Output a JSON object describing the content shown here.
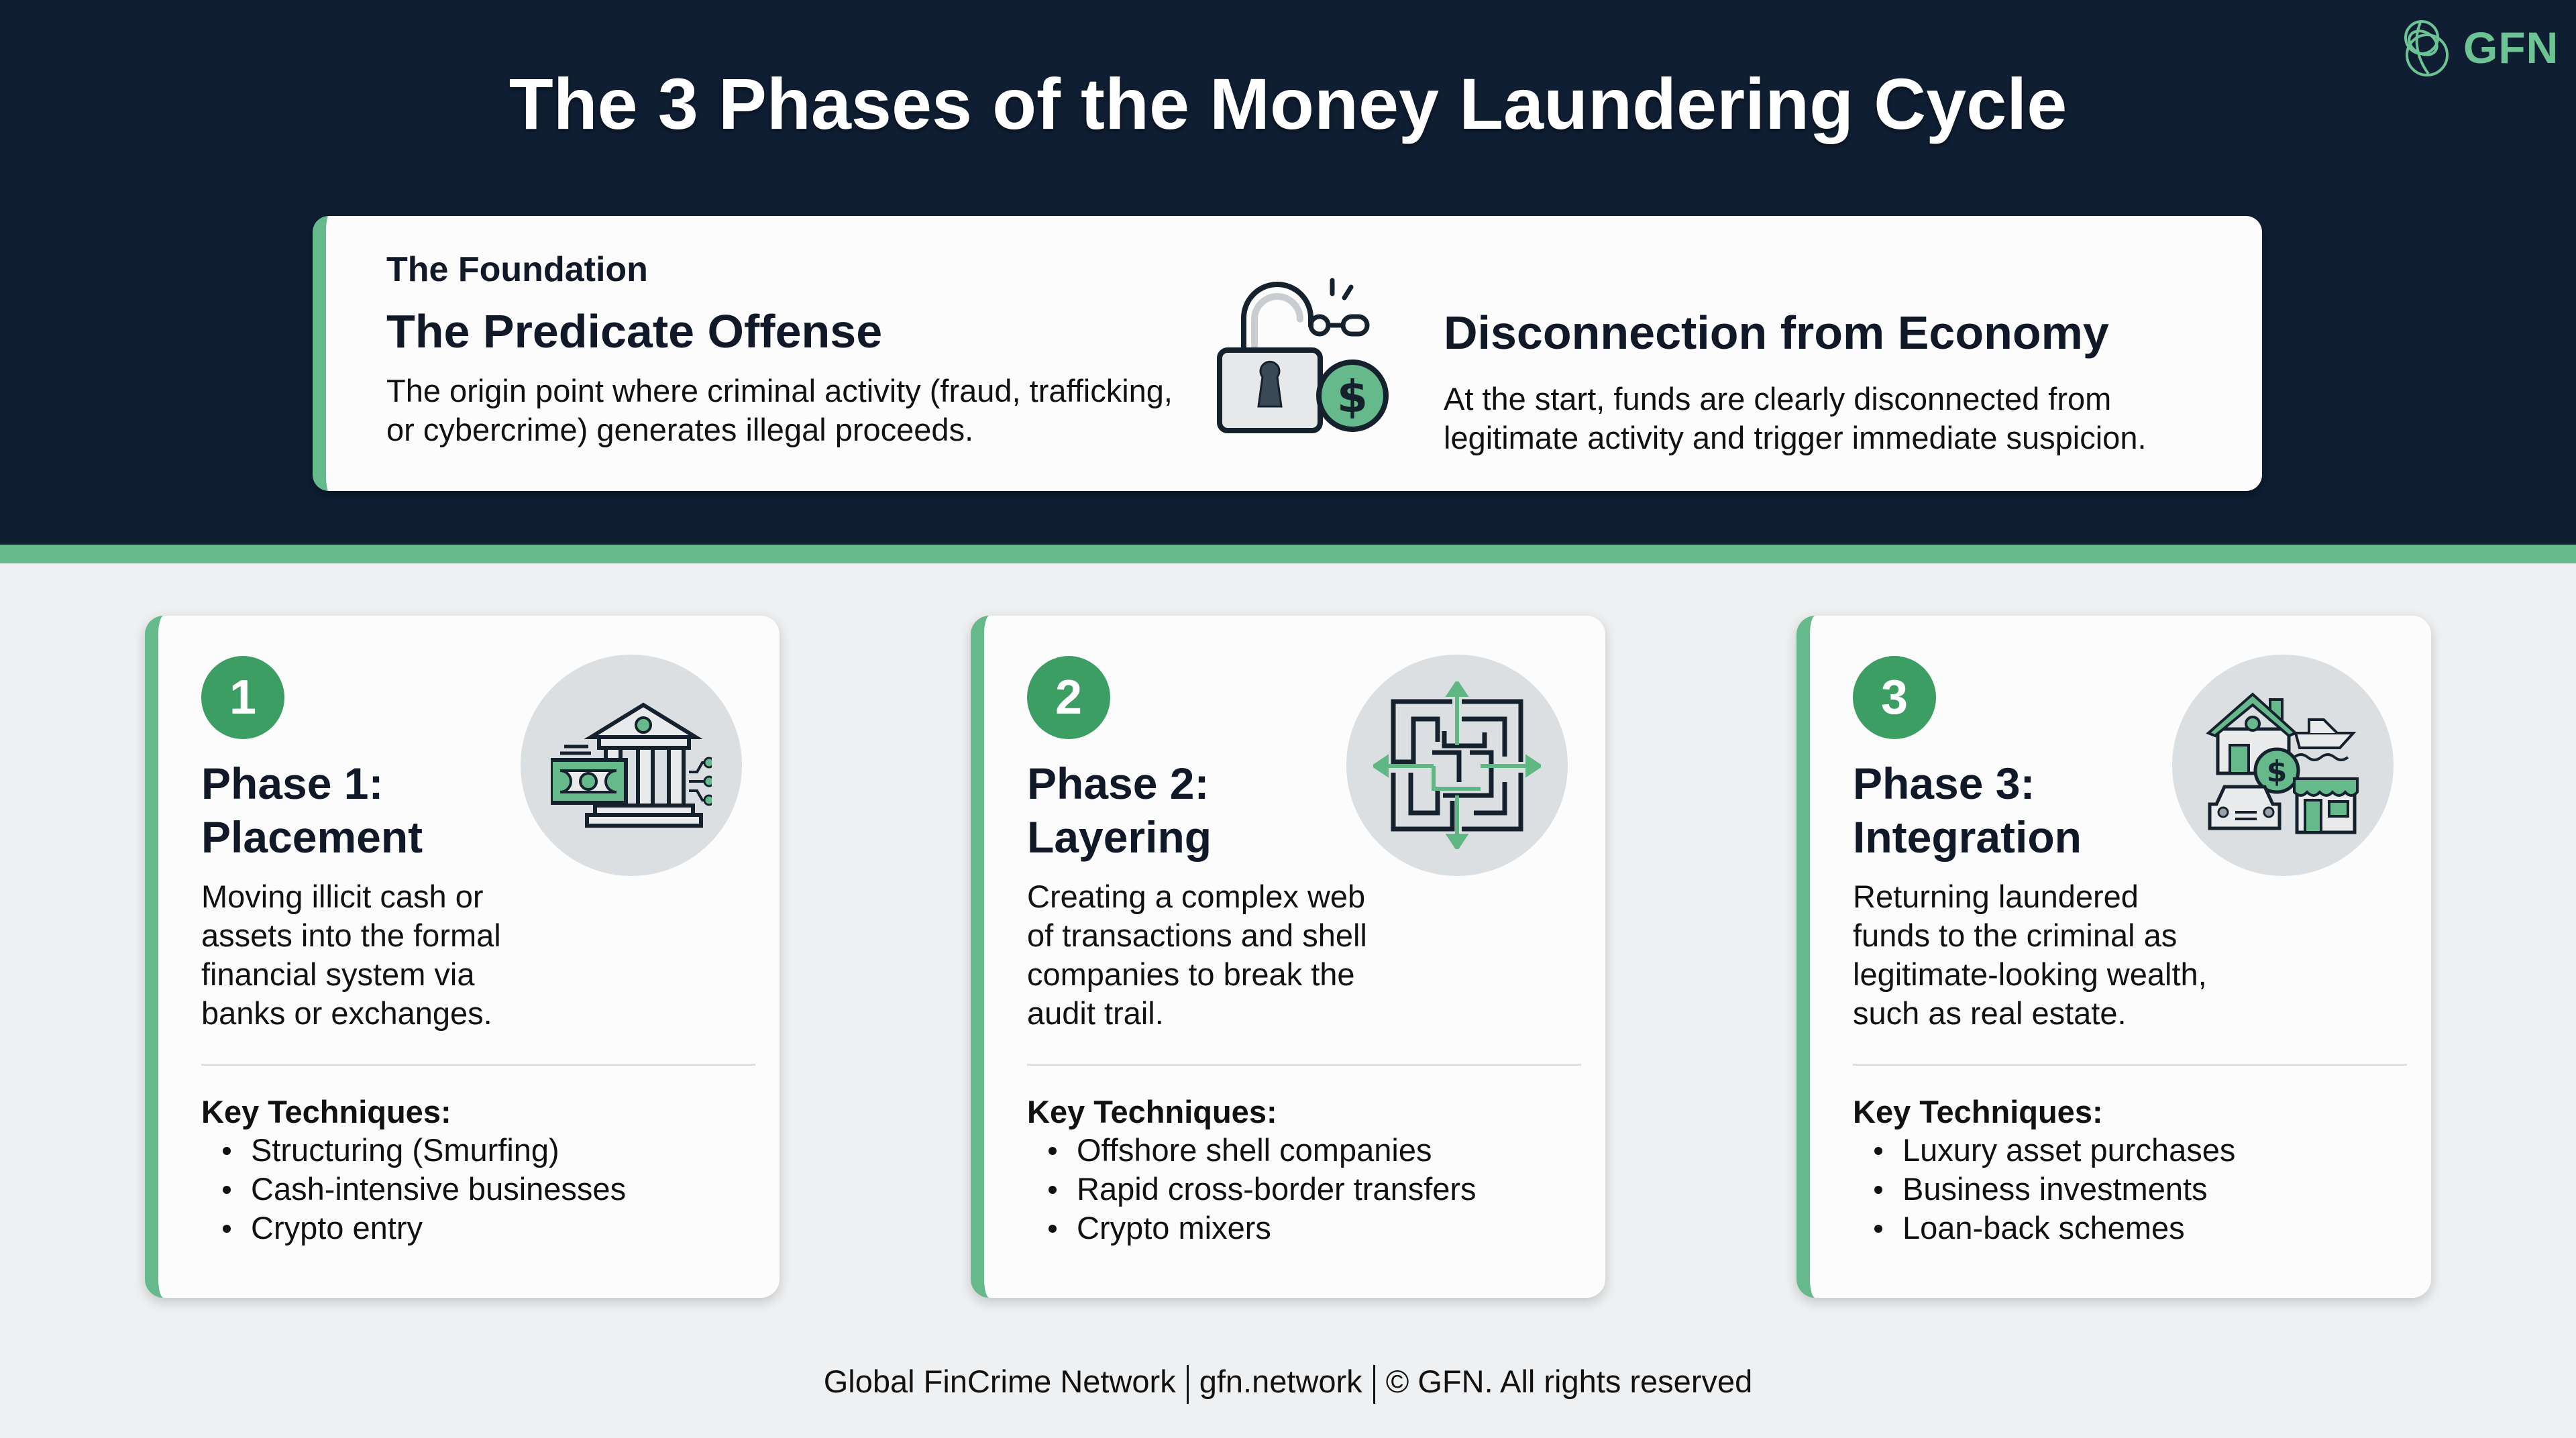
{
  "header": {
    "title": "The 3 Phases of the Money Laundering Cycle",
    "logo_text": "GFN",
    "logo_icon": "interlocking-circles-globe-icon"
  },
  "colors": {
    "navy": "#0f1e33",
    "accent_green": "#66b98a",
    "badge_green": "#3d9e63",
    "body_bg": "#eef0f2",
    "card_bg": "#fbfcfb",
    "icon_circle_bg": "#dcdfe2"
  },
  "foundation": {
    "eyebrow": "The Foundation",
    "left_heading": "The Predicate Offense",
    "left_desc_lines": [
      "The origin point where criminal activity (fraud, trafficking,",
      "or cybercrime) generates illegal proceeds."
    ],
    "icon": "broken-padlock-dollar-icon",
    "right_heading": "Disconnection from Economy",
    "right_desc_lines": [
      "At the start, funds are clearly disconnected from",
      "legitimate activity and trigger immediate suspicion."
    ]
  },
  "phases": [
    {
      "number": "1",
      "title_line1": "Phase 1:",
      "title_line2": "Placement",
      "icon": "bank-cash-icon",
      "desc_lines": [
        "Moving illicit cash or",
        "assets into the formal",
        "financial system via",
        "banks or exchanges."
      ],
      "techniques_label": "Key Techniques:",
      "techniques": [
        "Structuring (Smurfing)",
        "Cash-intensive businesses",
        "Crypto entry"
      ]
    },
    {
      "number": "2",
      "title_line1": "Phase 2:",
      "title_line2": "Layering",
      "icon": "maze-arrows-icon",
      "desc_lines": [
        "Creating a complex web",
        "of transactions and shell",
        "companies to break the",
        "audit trail."
      ],
      "techniques_label": "Key Techniques:",
      "techniques": [
        "Offshore shell companies",
        "Rapid cross-border transfers",
        "Crypto mixers"
      ]
    },
    {
      "number": "3",
      "title_line1": "Phase 3:",
      "title_line2": "Integration",
      "icon": "house-car-yacht-store-icon",
      "desc_lines": [
        "Returning laundered",
        "funds to the criminal as",
        "legitimate-looking wealth,",
        "such as real estate."
      ],
      "techniques_label": "Key Techniques:",
      "techniques": [
        "Luxury asset purchases",
        "Business investments",
        "Loan-back schemes"
      ]
    }
  ],
  "footer": {
    "org": "Global FinCrime Network",
    "site": "gfn.network",
    "copyright": "© GFN. All rights reserved"
  }
}
